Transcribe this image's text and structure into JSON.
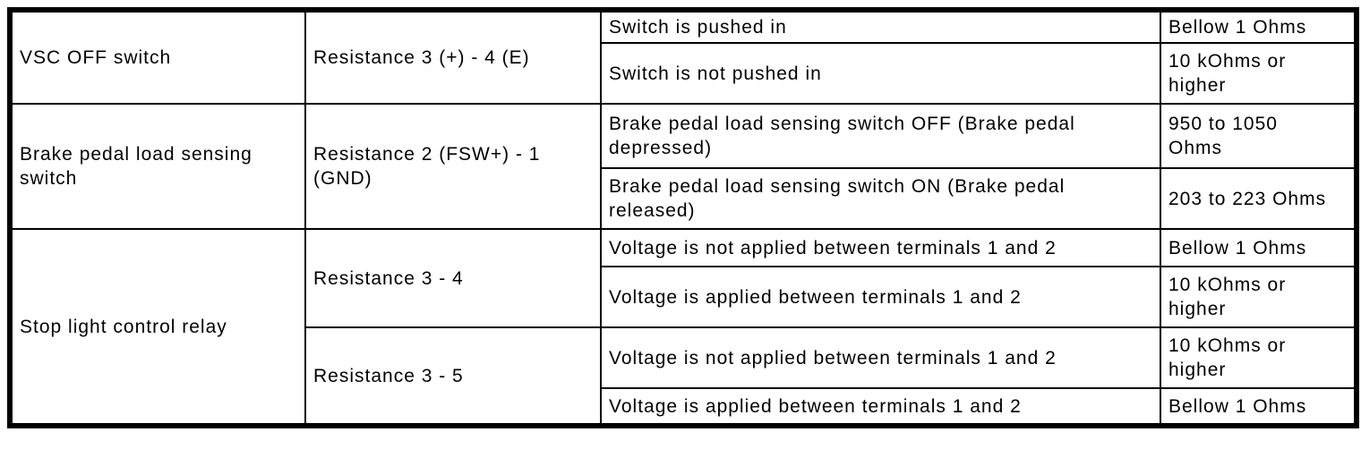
{
  "colors": {
    "border": "#000000",
    "text": "#000000",
    "background": "#ffffff"
  },
  "table": {
    "sections": [
      {
        "component": "VSC OFF switch",
        "groups": [
          {
            "measurement": "Resistance 3 (+) - 4 (E)",
            "rows": [
              {
                "condition": "Switch is pushed in",
                "value": "Bellow 1 Ohms"
              },
              {
                "condition": "Switch is not pushed in",
                "value": "10 kOhms or higher"
              }
            ]
          }
        ]
      },
      {
        "component": "Brake pedal load sensing switch",
        "groups": [
          {
            "measurement": "Resistance 2 (FSW+) - 1 (GND)",
            "rows": [
              {
                "condition": "Brake pedal load sensing switch OFF (Brake pedal depressed)",
                "value": "950 to 1050 Ohms"
              },
              {
                "condition": "Brake pedal load sensing switch ON (Brake pedal released)",
                "value": "203 to 223 Ohms"
              }
            ]
          }
        ]
      },
      {
        "component": "Stop light control relay",
        "groups": [
          {
            "measurement": "Resistance 3 - 4",
            "rows": [
              {
                "condition": "Voltage is not applied between terminals 1 and 2",
                "value": "Bellow 1 Ohms"
              },
              {
                "condition": "Voltage is applied between terminals 1 and 2",
                "value": "10 kOhms or higher"
              }
            ]
          },
          {
            "measurement": "Resistance 3 - 5",
            "rows": [
              {
                "condition": "Voltage is not applied between terminals 1 and 2",
                "value": "10 kOhms or higher"
              },
              {
                "condition": "Voltage is applied between terminals 1 and 2",
                "value": "Bellow 1 Ohms"
              }
            ]
          }
        ]
      }
    ]
  }
}
